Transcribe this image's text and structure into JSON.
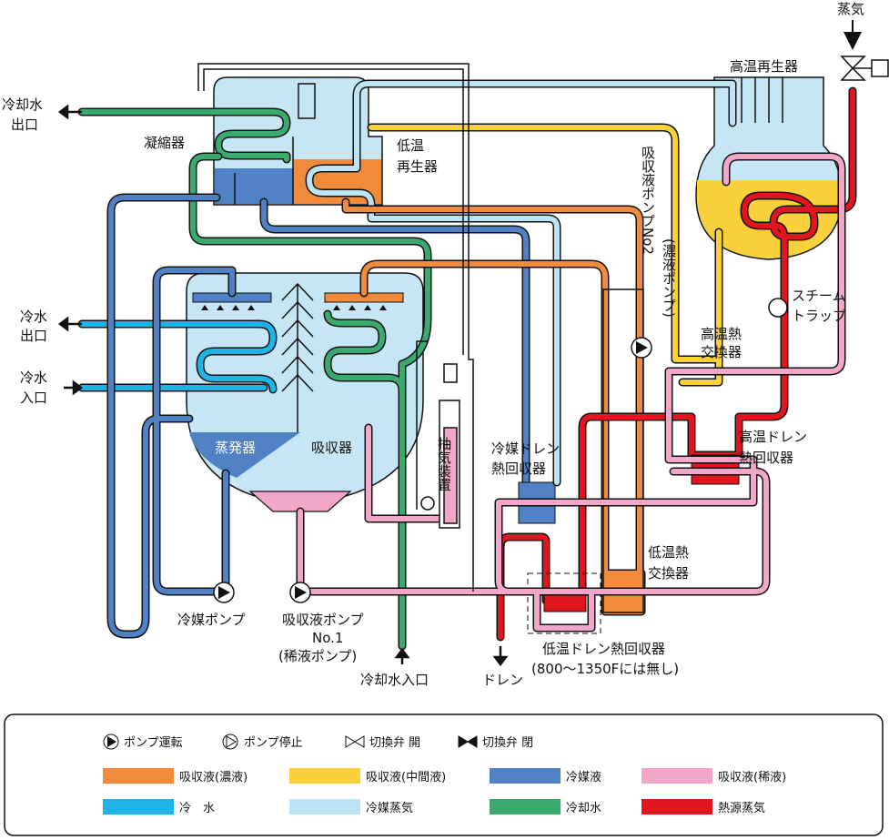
{
  "colors": {
    "concentrated": "#F08B3C",
    "intermediate": "#F9D13A",
    "refrigerant_liquid": "#4F81C4",
    "dilute": "#F2A6C8",
    "chilled_water": "#1EB4E8",
    "refrigerant_vapor": "#BEE3F5",
    "cooling_water": "#3BAA6E",
    "heat_steam": "#E0161F",
    "vessel": "#C6E6F6"
  },
  "labels": {
    "steam": "蒸気",
    "high_temp_generator": "高温再生器",
    "cooling_water_outlet_1": "冷却水",
    "cooling_water_outlet_2": "出口",
    "condenser": "凝縮器",
    "low_temp_gen_1": "低温",
    "low_temp_gen_2": "再生器",
    "pump2_1": "吸収液ポンプNo2",
    "pump2_2": "(濃液ポンプ)",
    "steam_trap_1": "スチーム",
    "steam_trap_2": "トラップ",
    "hth_1": "高温熱",
    "hth_2": "交換器",
    "chilled_out_1": "冷水",
    "chilled_out_2": "出口",
    "chilled_in_1": "冷水",
    "chilled_in_2": "入口",
    "evaporator": "蒸発器",
    "absorber": "吸収器",
    "purge": "抽気装置",
    "ref_drain_1": "冷媒ドレン",
    "ref_drain_2": "熱回収器",
    "ht_drain_1": "高温ドレン",
    "ht_drain_2": "熱回収器",
    "lth_1": "低温熱",
    "lth_2": "交換器",
    "ref_pump": "冷媒ポンプ",
    "pump1_1": "吸収液ポンプ",
    "pump1_2": "No.1",
    "pump1_3": "(稀液ポンプ)",
    "cw_inlet": "冷却水入口",
    "drain": "ドレン",
    "lt_drain_1": "低温ドレン熱回収器",
    "lt_drain_2": "(800〜1350Fには無し)"
  },
  "legend": {
    "pump_run": "ポンプ運転",
    "pump_stop": "ポンプ停止",
    "valve_open": "切換弁 開",
    "valve_closed": "切換弁 閉",
    "items": [
      {
        "label": "吸収液(濃液)",
        "color": "#F08B3C"
      },
      {
        "label": "吸収液(中間液)",
        "color": "#F9D13A"
      },
      {
        "label": "冷媒液",
        "color": "#4F81C4"
      },
      {
        "label": "吸収液(稀液)",
        "color": "#F2A6C8"
      },
      {
        "label": "冷　水",
        "color": "#1EB4E8"
      },
      {
        "label": "冷媒蒸気",
        "color": "#BEE3F5"
      },
      {
        "label": "冷却水",
        "color": "#3BAA6E"
      },
      {
        "label": "熱源蒸気",
        "color": "#E0161F"
      }
    ]
  }
}
